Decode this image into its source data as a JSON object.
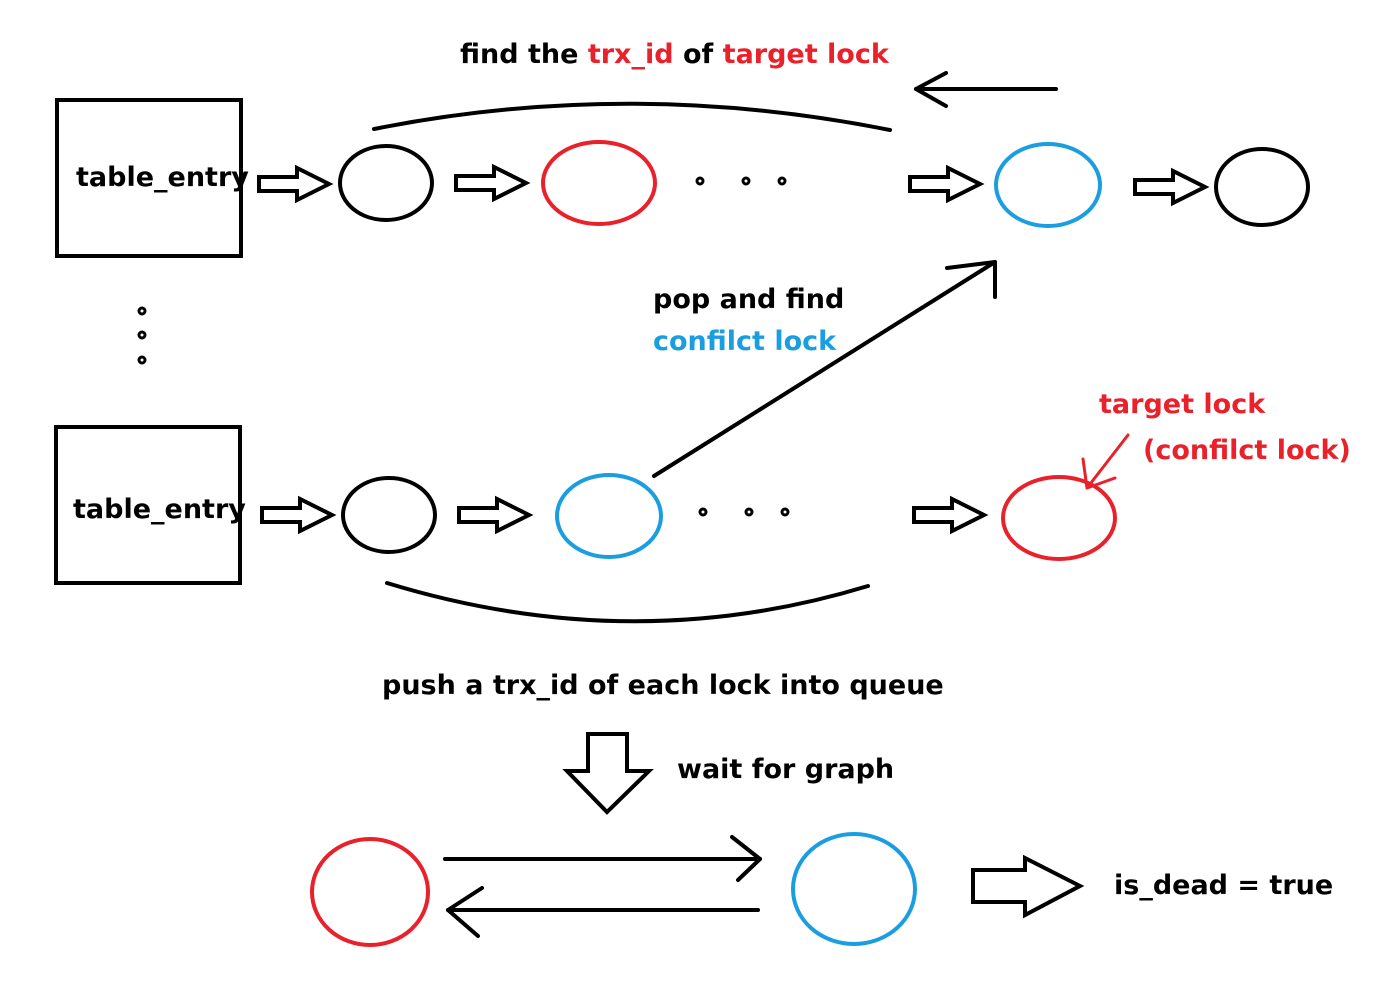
{
  "colors": {
    "black": "#000000",
    "red": "#e8212b",
    "blue": "#1a9ee0"
  },
  "labels": {
    "title_find": "find the ",
    "title_trx_id": "trx_id",
    "title_of": " of ",
    "title_target_lock": "target lock",
    "table_entry_top": "table_entry",
    "table_entry_bottom": "table_entry",
    "pop_and_find": "pop and find",
    "conflict_lock": "confilct lock",
    "target_lock": "target lock",
    "conflict_lock_paren": "(confilct lock)",
    "push_queue": "push a trx_id of each lock into queue",
    "wait_for_graph": "wait for graph",
    "is_dead": "is_dead = true"
  }
}
